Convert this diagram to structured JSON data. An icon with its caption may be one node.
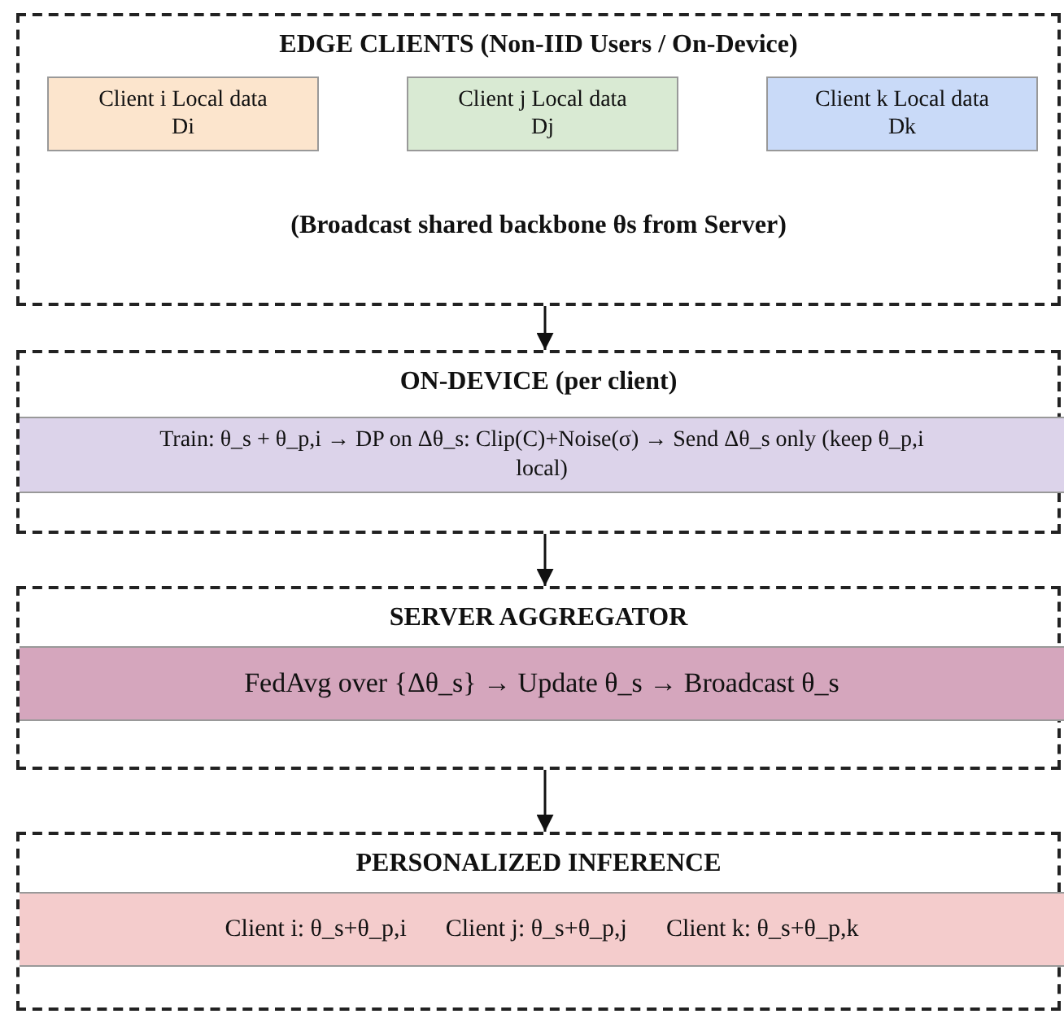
{
  "diagram": {
    "nodes": [
      {
        "text": [
          "EDGE CLIENTS (Non-IID Users / On-Device)",
          "(Broadcast shared backbone θs from Server)"
        ]
      },
      {
        "text": [
          "Client i Local data Di"
        ],
        "in": 0
      },
      {
        "text": [
          "Client j Local data Dj"
        ],
        "in": 0
      },
      {
        "text": [
          "Client k Local data Dk"
        ],
        "in": 0
      },
      {
        "text": [
          "ON-DEVICE (per client)"
        ]
      },
      {
        "text": [
          "Train: θ_s + θ_p,i → DP on Δθ_s: Clip(C)+Noise(σ) → Send Δθ_s only (keep θ_p,i local)"
        ],
        "in": 4
      },
      {
        "text": [
          "SERVER AGGREGATOR"
        ]
      },
      {
        "text": [
          "FedAvg over {Δθ_s} → Update θ_s → Broadcast θ_s"
        ],
        "in": 6
      },
      {
        "text": [
          "PERSONALIZED INFERENCE"
        ]
      },
      {
        "text": [
          "Client i: θ_s+θ_p,i",
          "Client j: θ_s+θ_p,j",
          "Client k: θ_s+θ_p,k"
        ],
        "in": 8
      }
    ],
    "edges": [
      {
        "from": 0,
        "to": 4,
        "arrow": "to"
      },
      {
        "from": 4,
        "to": 6,
        "arrow": "to"
      },
      {
        "from": 6,
        "to": 8,
        "arrow": "to"
      }
    ]
  }
}
